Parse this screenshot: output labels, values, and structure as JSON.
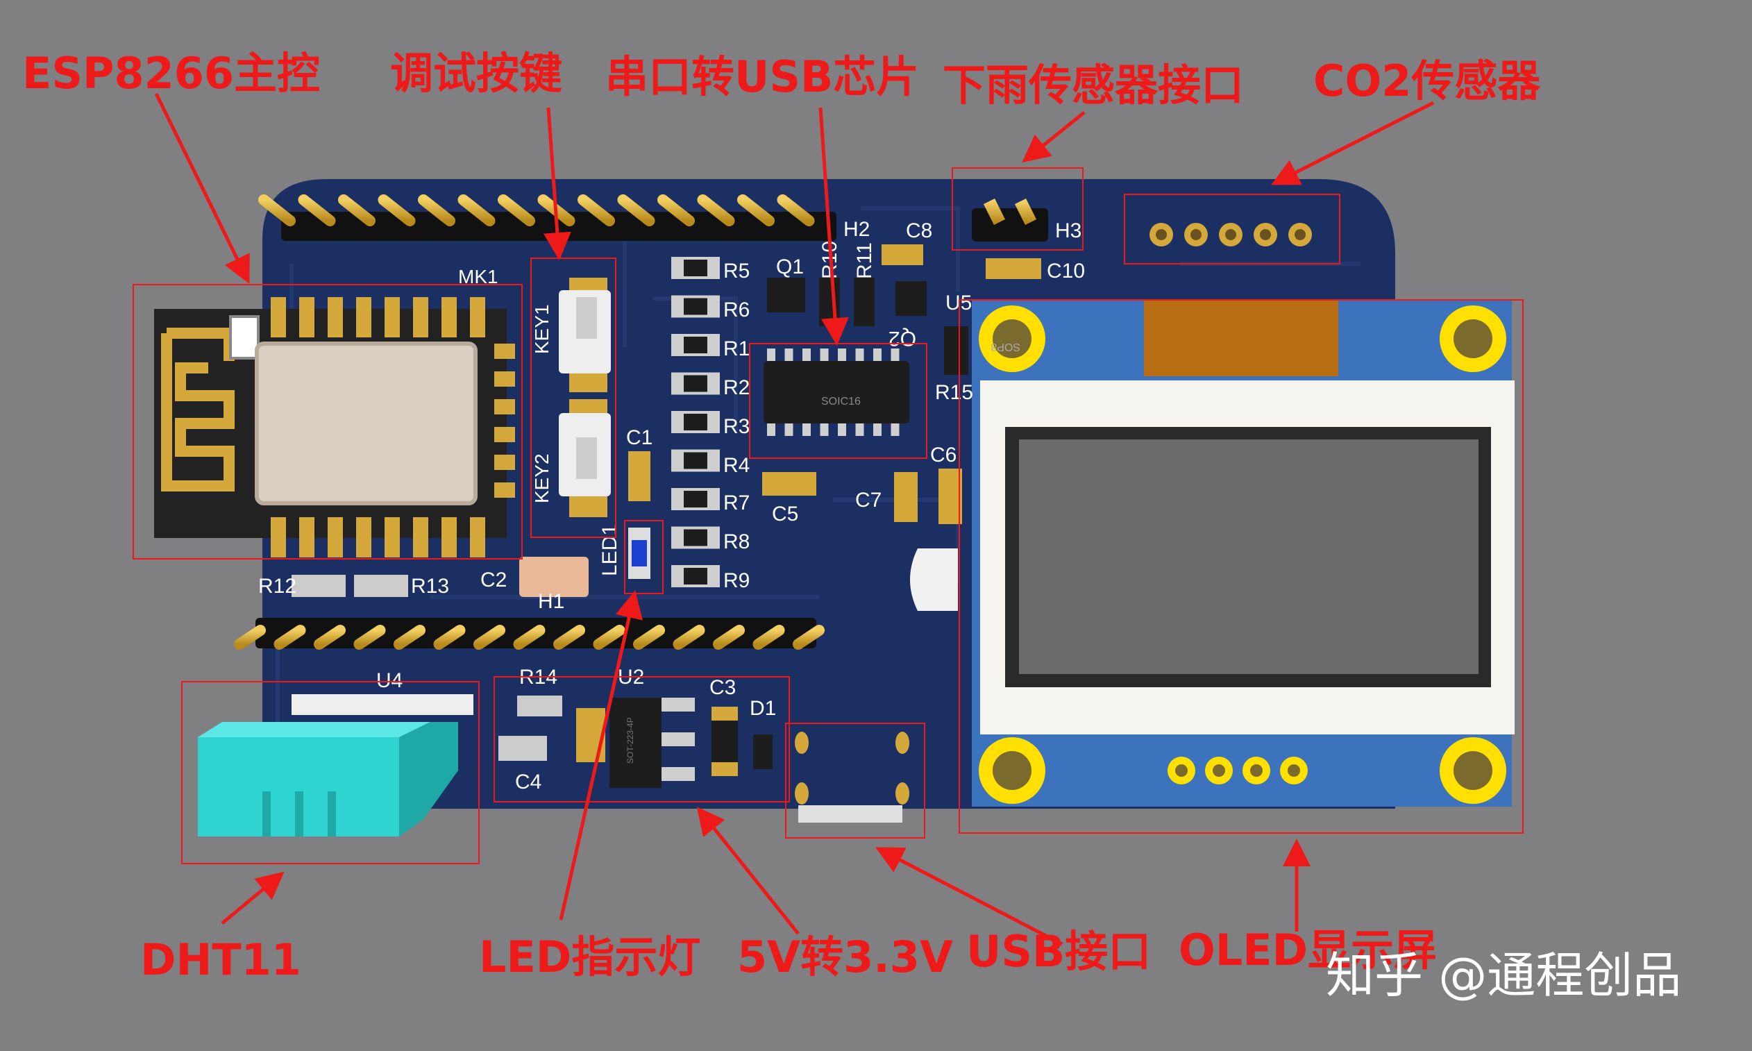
{
  "colors": {
    "background": "#808083",
    "board": "#1c2f63",
    "board_dark": "#14244f",
    "silk": "#ffffff",
    "pad_gold": "#d4a83a",
    "callout_red": "#ee1a1a",
    "oled_module": "#3d72bd",
    "oled_screen": "#6b6b6b",
    "dht11": "#2fd4d0"
  },
  "callouts": {
    "esp8266": "ESP8266主控",
    "debug_keys": "调试按键",
    "usb_serial_chip": "串口转USB芯片",
    "rain_sensor_port": "下雨传感器接口",
    "co2_sensor": "CO2传感器",
    "dht11": "DHT11",
    "led_indicator": "LED指示灯",
    "regulator": "5V转3.3V",
    "usb_port": "USB接口",
    "oled_display": "OLED显示屏"
  },
  "watermark": "知乎 @通程创品",
  "silkscreen": {
    "mk1": "MK1",
    "key1": "KEY1",
    "key2": "KEY2",
    "led1": "LED1",
    "c1": "C1",
    "c2": "C2",
    "c3": "C3",
    "c4": "C4",
    "c5": "C5",
    "c6": "C6",
    "c7": "C7",
    "c8": "C8",
    "c10": "C10",
    "r1": "R1",
    "r2": "R2",
    "r3": "R3",
    "r4": "R4",
    "r5": "R5",
    "r6": "R6",
    "r7": "R7",
    "r8": "R8",
    "r9": "R9",
    "r10": "R10",
    "r11": "R11",
    "r12": "R12",
    "r13": "R13",
    "r14": "R14",
    "r15": "R15",
    "q1": "Q1",
    "q2": "Q2",
    "u2": "U2",
    "u4": "U4",
    "u5": "U5",
    "h1": "H1",
    "h2": "H2",
    "h3": "H3",
    "d1": "D1",
    "soic16": "SOIC16",
    "sop8": "SOP8",
    "sot223": "SOT-223-4P"
  }
}
